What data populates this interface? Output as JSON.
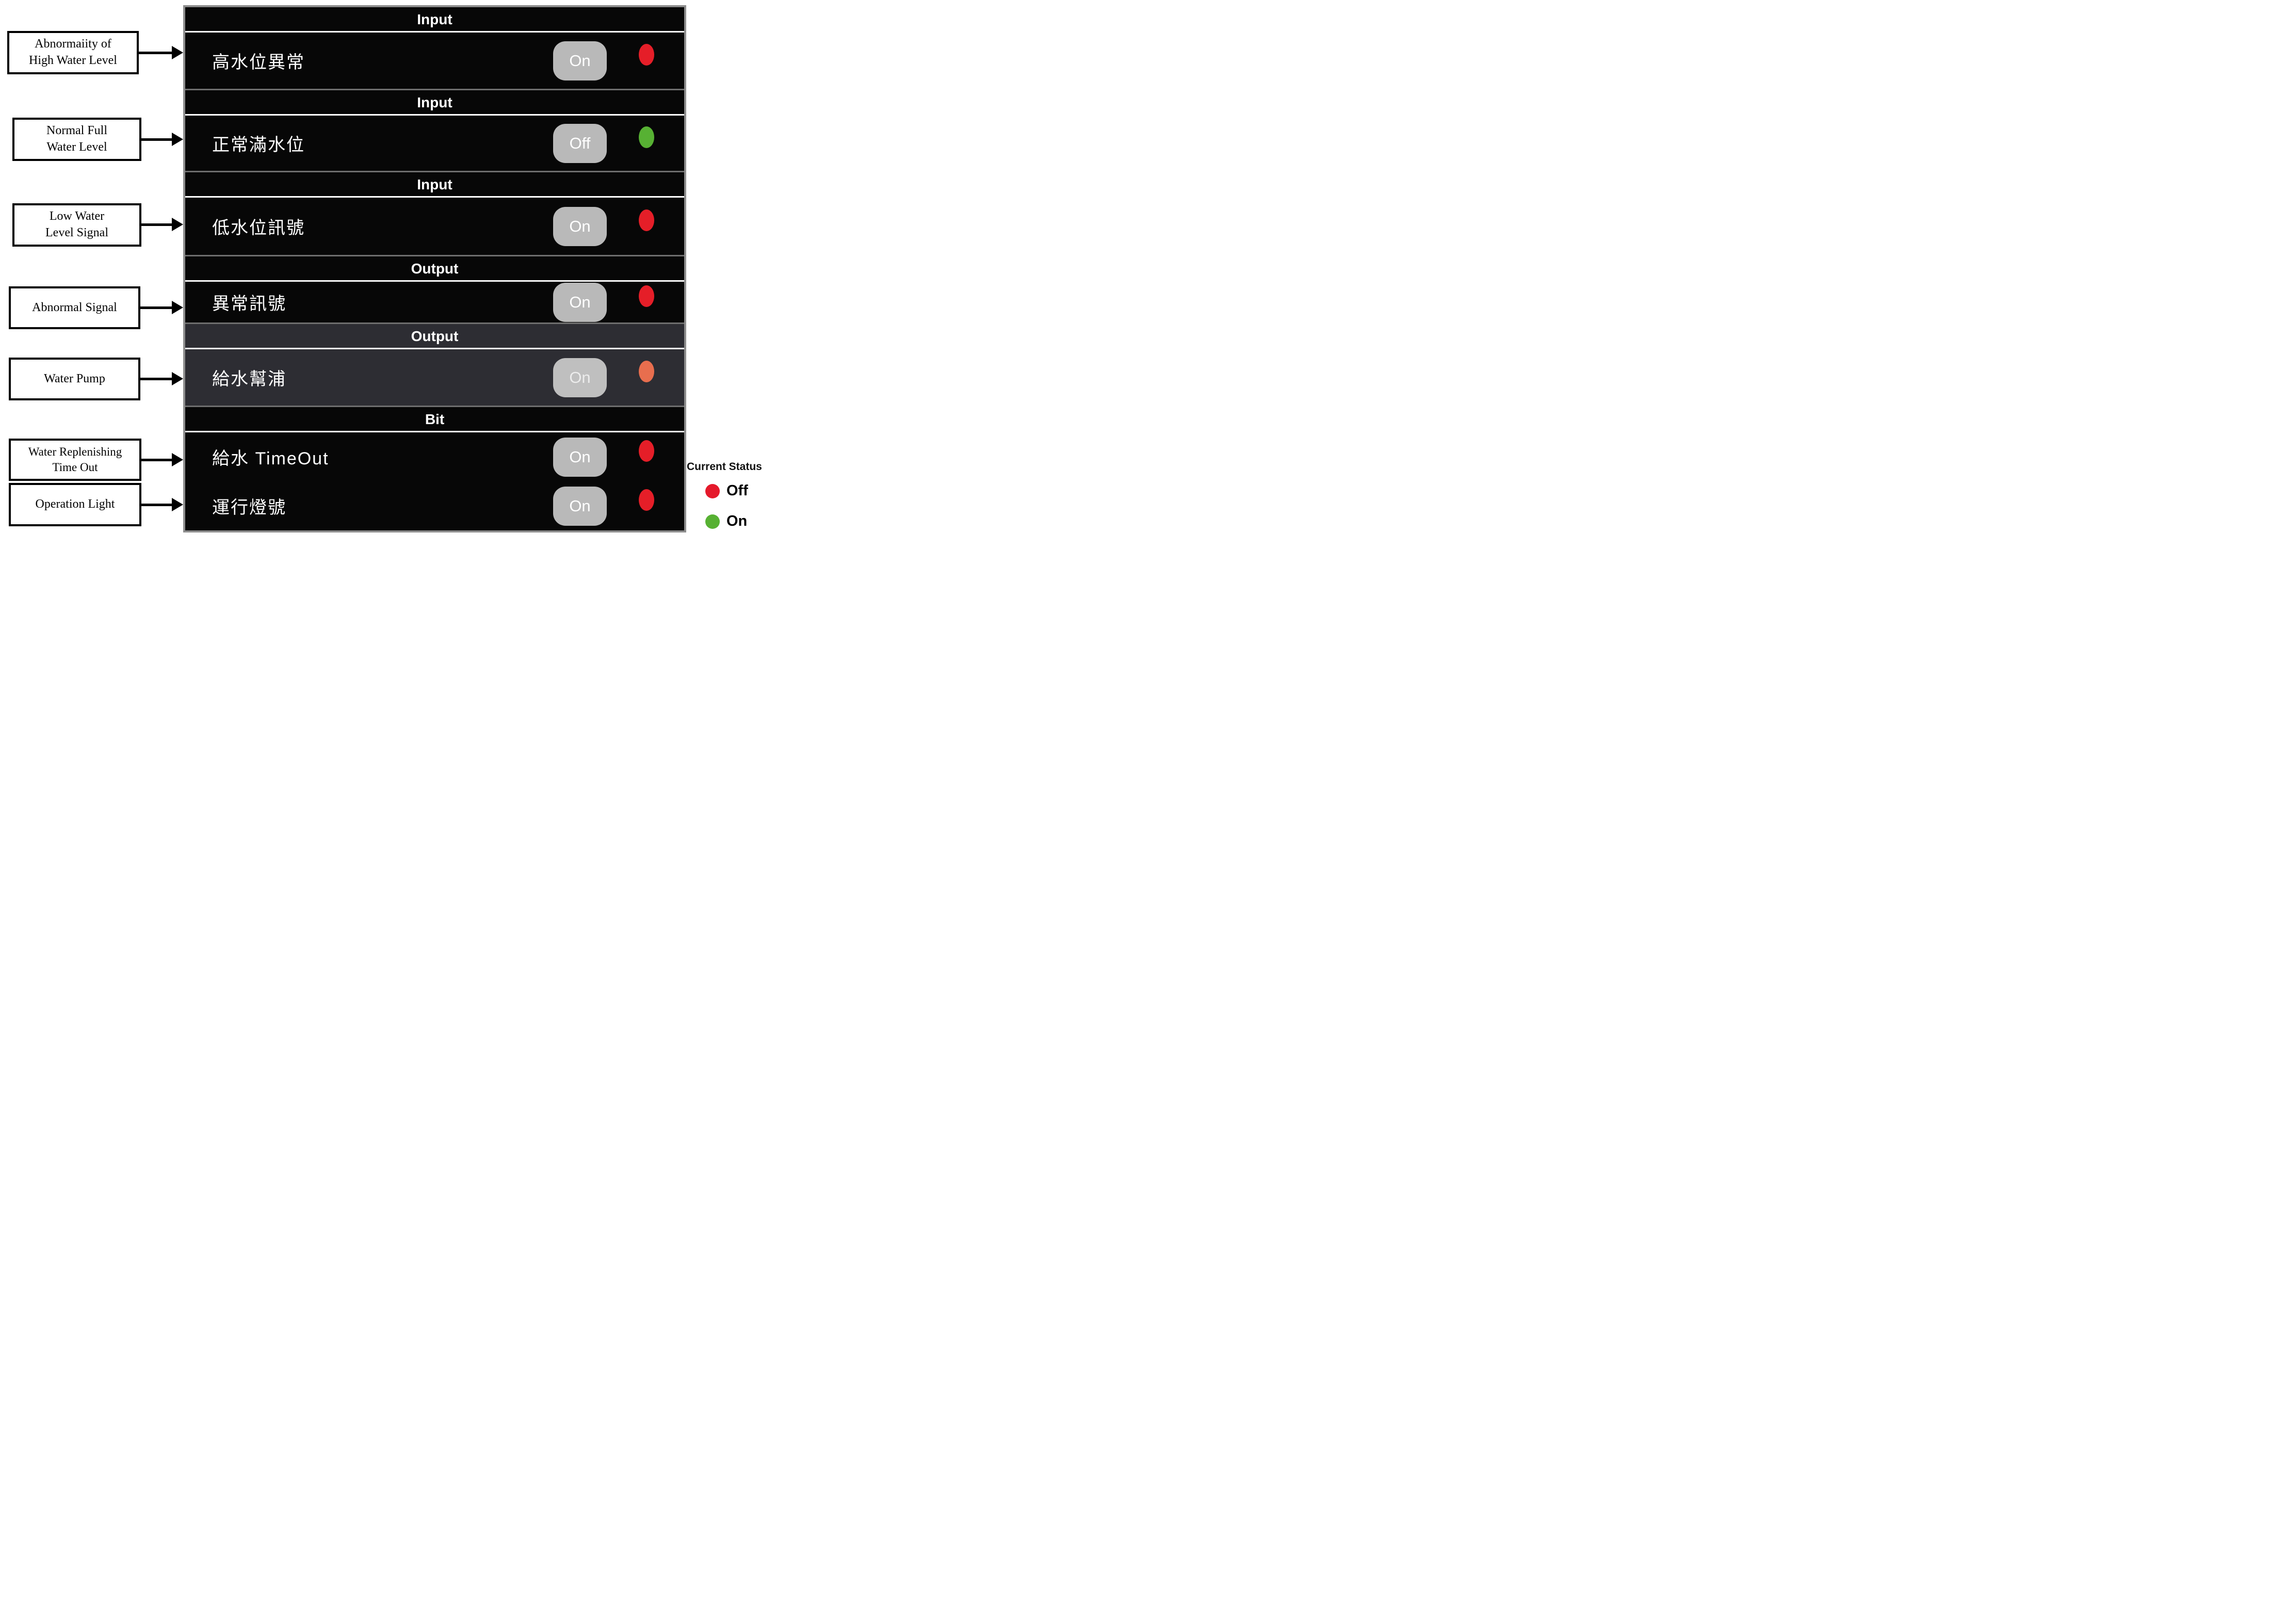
{
  "colors": {
    "status_off_red": "#e51e28",
    "status_on_green": "#57b133",
    "status_pump_orange": "#e86e4e",
    "panel_bg": "#070707",
    "highlight_bg": "#2d2d33"
  },
  "annotations": [
    {
      "text": "Abnormaiity of\nHigh Water Level"
    },
    {
      "text": "Normal Full\nWater Level"
    },
    {
      "text": "Low Water\nLevel Signal"
    },
    {
      "text": "Abnormal Signal"
    },
    {
      "text": "Water Pump"
    },
    {
      "text": "Water Replenishing\nTime Out"
    },
    {
      "text": "Operation Light"
    }
  ],
  "panel": {
    "sections": [
      {
        "header": "Input",
        "row": {
          "label": "高水位異常",
          "button": "On",
          "status_color": "#e51e28"
        }
      },
      {
        "header": "Input",
        "row": {
          "label": "正常滿水位",
          "button": "Off",
          "status_color": "#57b133"
        }
      },
      {
        "header": "Input",
        "row": {
          "label": "低水位訊號",
          "button": "On",
          "status_color": "#e51e28"
        }
      },
      {
        "header": "Output",
        "row": {
          "label": "異常訊號",
          "button": "On",
          "status_color": "#e51e28"
        }
      },
      {
        "header": "Output",
        "row": {
          "label": "給水幫浦",
          "button": "On",
          "status_color": "#e86e4e"
        }
      },
      {
        "header": "Bit",
        "rows": [
          {
            "label": "給水 TimeOut",
            "button": "On",
            "status_color": "#e51e28"
          },
          {
            "label": "運行燈號",
            "button": "On",
            "status_color": "#e51e28"
          }
        ]
      }
    ]
  },
  "legend": {
    "title": "Current Status",
    "items": [
      {
        "label": "Off",
        "color": "#e5192b"
      },
      {
        "label": "On",
        "color": "#57b133"
      }
    ]
  }
}
